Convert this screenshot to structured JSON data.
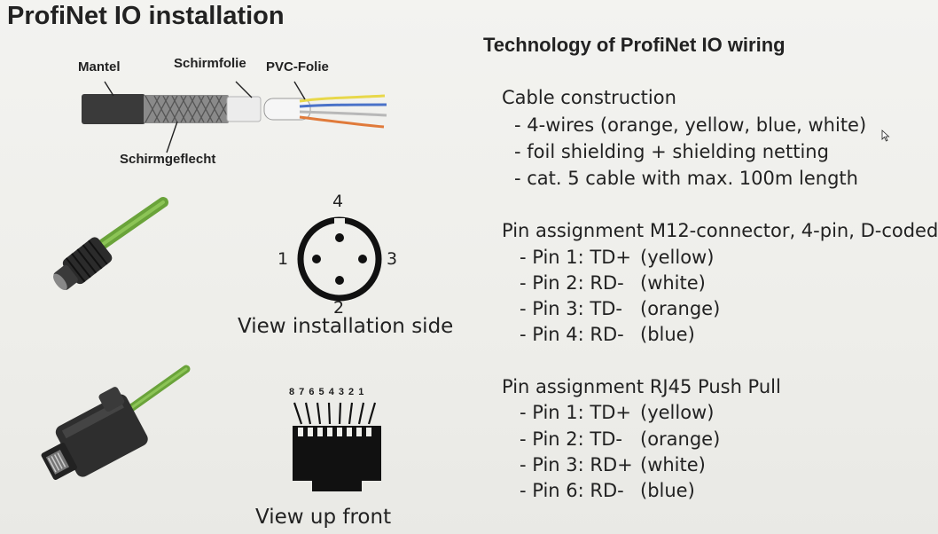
{
  "slide": {
    "title": "ProfiNet IO installation",
    "subtitle": "Technology of ProfiNet IO wiring"
  },
  "cable_diagram": {
    "labels": {
      "mantel": "Mantel",
      "schirmfolie": "Schirmfolie",
      "pvc_folie": "PVC-Folie",
      "schirmgeflecht": "Schirmgeflecht"
    },
    "wire_colors": [
      "#e8d84a",
      "#4a72c8",
      "#b8b8b8",
      "#e07a3a"
    ]
  },
  "m12_diagram": {
    "pins": {
      "top": "4",
      "left": "1",
      "right": "3",
      "bottom": "2"
    },
    "caption": "View installation side"
  },
  "rj45_diagram": {
    "pin_numbers": "8 7 6 5 4 3 2 1",
    "caption": "View up front"
  },
  "cable_construction": {
    "heading": "Cable construction",
    "items": [
      "- 4-wires (orange, yellow, blue, white)",
      "- foil shielding + shielding netting",
      "- cat. 5 cable with max. 100m length"
    ]
  },
  "m12_assignment": {
    "heading": "Pin assignment M12-connector, 4-pin, D-coded",
    "pins": [
      {
        "pin": "- Pin 1: TD+",
        "color": "(yellow)"
      },
      {
        "pin": "- Pin 2: RD-",
        "color": "(white)"
      },
      {
        "pin": "- Pin 3: TD-",
        "color": "(orange)"
      },
      {
        "pin": "- Pin 4: RD-",
        "color": "(blue)"
      }
    ]
  },
  "rj45_assignment": {
    "heading": "Pin assignment RJ45 Push Pull",
    "pins": [
      {
        "pin": "- Pin 1: TD+",
        "color": "(yellow)"
      },
      {
        "pin": "- Pin 2: TD-",
        "color": "(orange)"
      },
      {
        "pin": "- Pin 3: RD+",
        "color": "(white)"
      },
      {
        "pin": "- Pin 6: RD-",
        "color": "(blue)"
      }
    ]
  }
}
